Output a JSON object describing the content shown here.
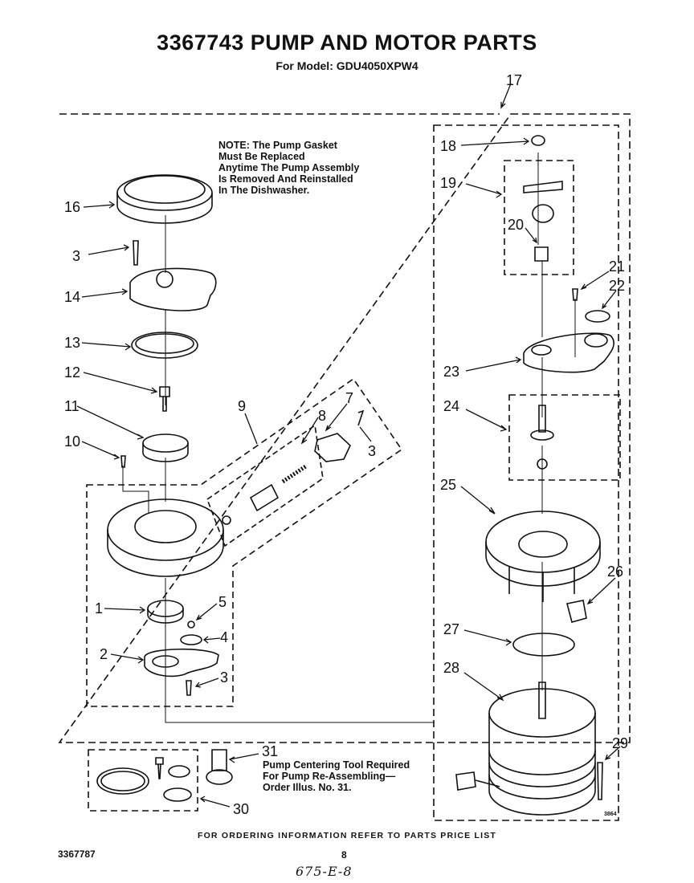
{
  "header": {
    "title": "3367743 PUMP AND MOTOR PARTS",
    "model": "For Model: GDU4050XPW4"
  },
  "note": {
    "lines": [
      "NOTE: The Pump Gasket",
      "Must Be Replaced",
      "Anytime The Pump Assembly",
      "Is Removed And Reinstalled",
      "In The Dishwasher."
    ]
  },
  "tool_note": {
    "lines": [
      "Pump Centering Tool Required",
      "For Pump Re-Assembling—",
      "Order Illus. No. 31."
    ]
  },
  "callouts": [
    "1",
    "2",
    "3",
    "3",
    "3",
    "4",
    "5",
    "7",
    "8",
    "9",
    "10",
    "11",
    "12",
    "13",
    "14",
    "16",
    "17",
    "18",
    "19",
    "20",
    "21",
    "22",
    "23",
    "24",
    "25",
    "26",
    "27",
    "28",
    "29",
    "30",
    "31"
  ],
  "drawing_code": "3864",
  "footer": {
    "ordering": "FOR ORDERING INFORMATION REFER TO PARTS PRICE LIST",
    "doc_number": "3367787",
    "page": "8",
    "handwritten": "675-E-8"
  }
}
